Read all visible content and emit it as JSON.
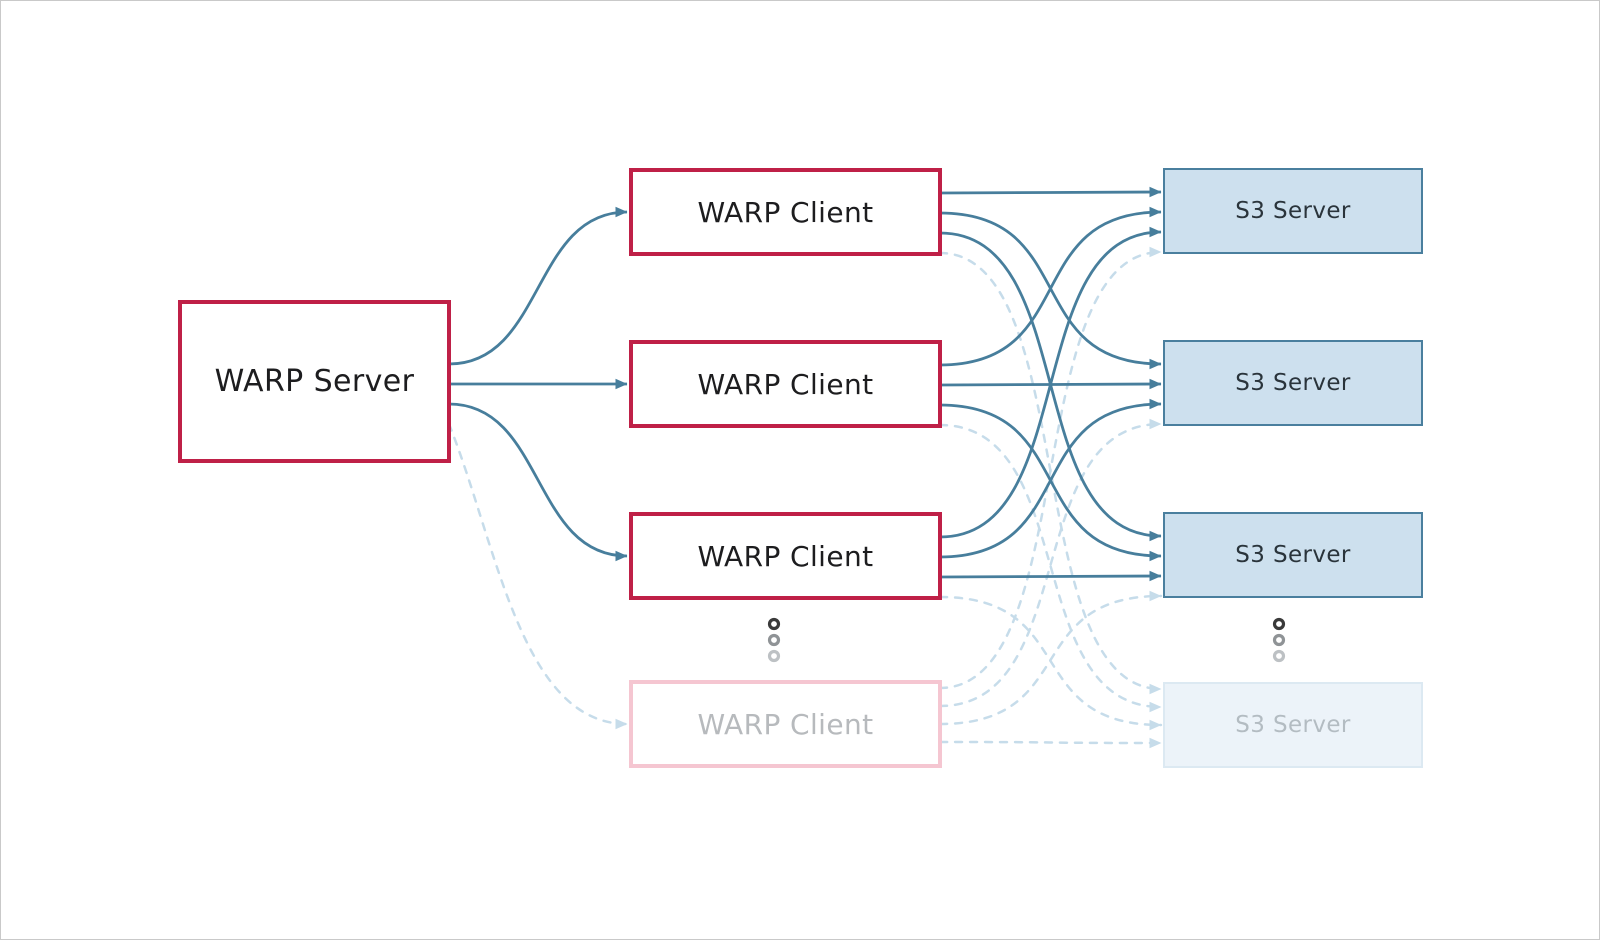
{
  "frame": {
    "background": "#ffffff",
    "border_color": "#c9c9c9"
  },
  "colors": {
    "warp_border": "#bf2047",
    "warp_border_faded": "#f5c6d1",
    "node_text": "#1d1d1f",
    "node_text_faded": "#b7babd",
    "s3_fill": "#cde0ee",
    "s3_border": "#4a7f9e",
    "s3_text": "#2a343b",
    "s3_fill_faded": "#ecf3f9",
    "s3_border_faded": "#dce9f2",
    "s3_text_faded": "#b3bcc2",
    "line_solid": "#477e9c",
    "line_faded": "#c6dcea"
  },
  "nodes": {
    "warp_server": {
      "label": "WARP Server"
    },
    "warp_client_1": {
      "label": "WARP Client"
    },
    "warp_client_2": {
      "label": "WARP Client"
    },
    "warp_client_3": {
      "label": "WARP Client"
    },
    "warp_client_4": {
      "label": "WARP Client",
      "faded": true
    },
    "s3_server_1": {
      "label": "S3 Server"
    },
    "s3_server_2": {
      "label": "S3 Server"
    },
    "s3_server_3": {
      "label": "S3 Server"
    },
    "s3_server_4": {
      "label": "S3 Server",
      "faded": true
    }
  },
  "edges": [
    {
      "from": "warp_server",
      "to": "warp_client_1",
      "style": "solid"
    },
    {
      "from": "warp_server",
      "to": "warp_client_2",
      "style": "solid"
    },
    {
      "from": "warp_server",
      "to": "warp_client_3",
      "style": "solid"
    },
    {
      "from": "warp_server",
      "to": "warp_client_4",
      "style": "dashed"
    },
    {
      "from": "warp_client_1",
      "to": "s3_server_1",
      "style": "solid"
    },
    {
      "from": "warp_client_1",
      "to": "s3_server_2",
      "style": "solid"
    },
    {
      "from": "warp_client_1",
      "to": "s3_server_3",
      "style": "solid"
    },
    {
      "from": "warp_client_1",
      "to": "s3_server_4",
      "style": "dashed"
    },
    {
      "from": "warp_client_2",
      "to": "s3_server_1",
      "style": "solid"
    },
    {
      "from": "warp_client_2",
      "to": "s3_server_2",
      "style": "solid"
    },
    {
      "from": "warp_client_2",
      "to": "s3_server_3",
      "style": "solid"
    },
    {
      "from": "warp_client_2",
      "to": "s3_server_4",
      "style": "dashed"
    },
    {
      "from": "warp_client_3",
      "to": "s3_server_1",
      "style": "solid"
    },
    {
      "from": "warp_client_3",
      "to": "s3_server_2",
      "style": "solid"
    },
    {
      "from": "warp_client_3",
      "to": "s3_server_3",
      "style": "solid"
    },
    {
      "from": "warp_client_3",
      "to": "s3_server_4",
      "style": "dashed"
    },
    {
      "from": "warp_client_4",
      "to": "s3_server_1",
      "style": "dashed"
    },
    {
      "from": "warp_client_4",
      "to": "s3_server_2",
      "style": "dashed"
    },
    {
      "from": "warp_client_4",
      "to": "s3_server_3",
      "style": "dashed"
    },
    {
      "from": "warp_client_4",
      "to": "s3_server_4",
      "style": "dashed"
    }
  ],
  "ellipsis": {
    "dot_colors": [
      "#3a3a3a",
      "#8f9396",
      "#bdc1c4"
    ]
  }
}
